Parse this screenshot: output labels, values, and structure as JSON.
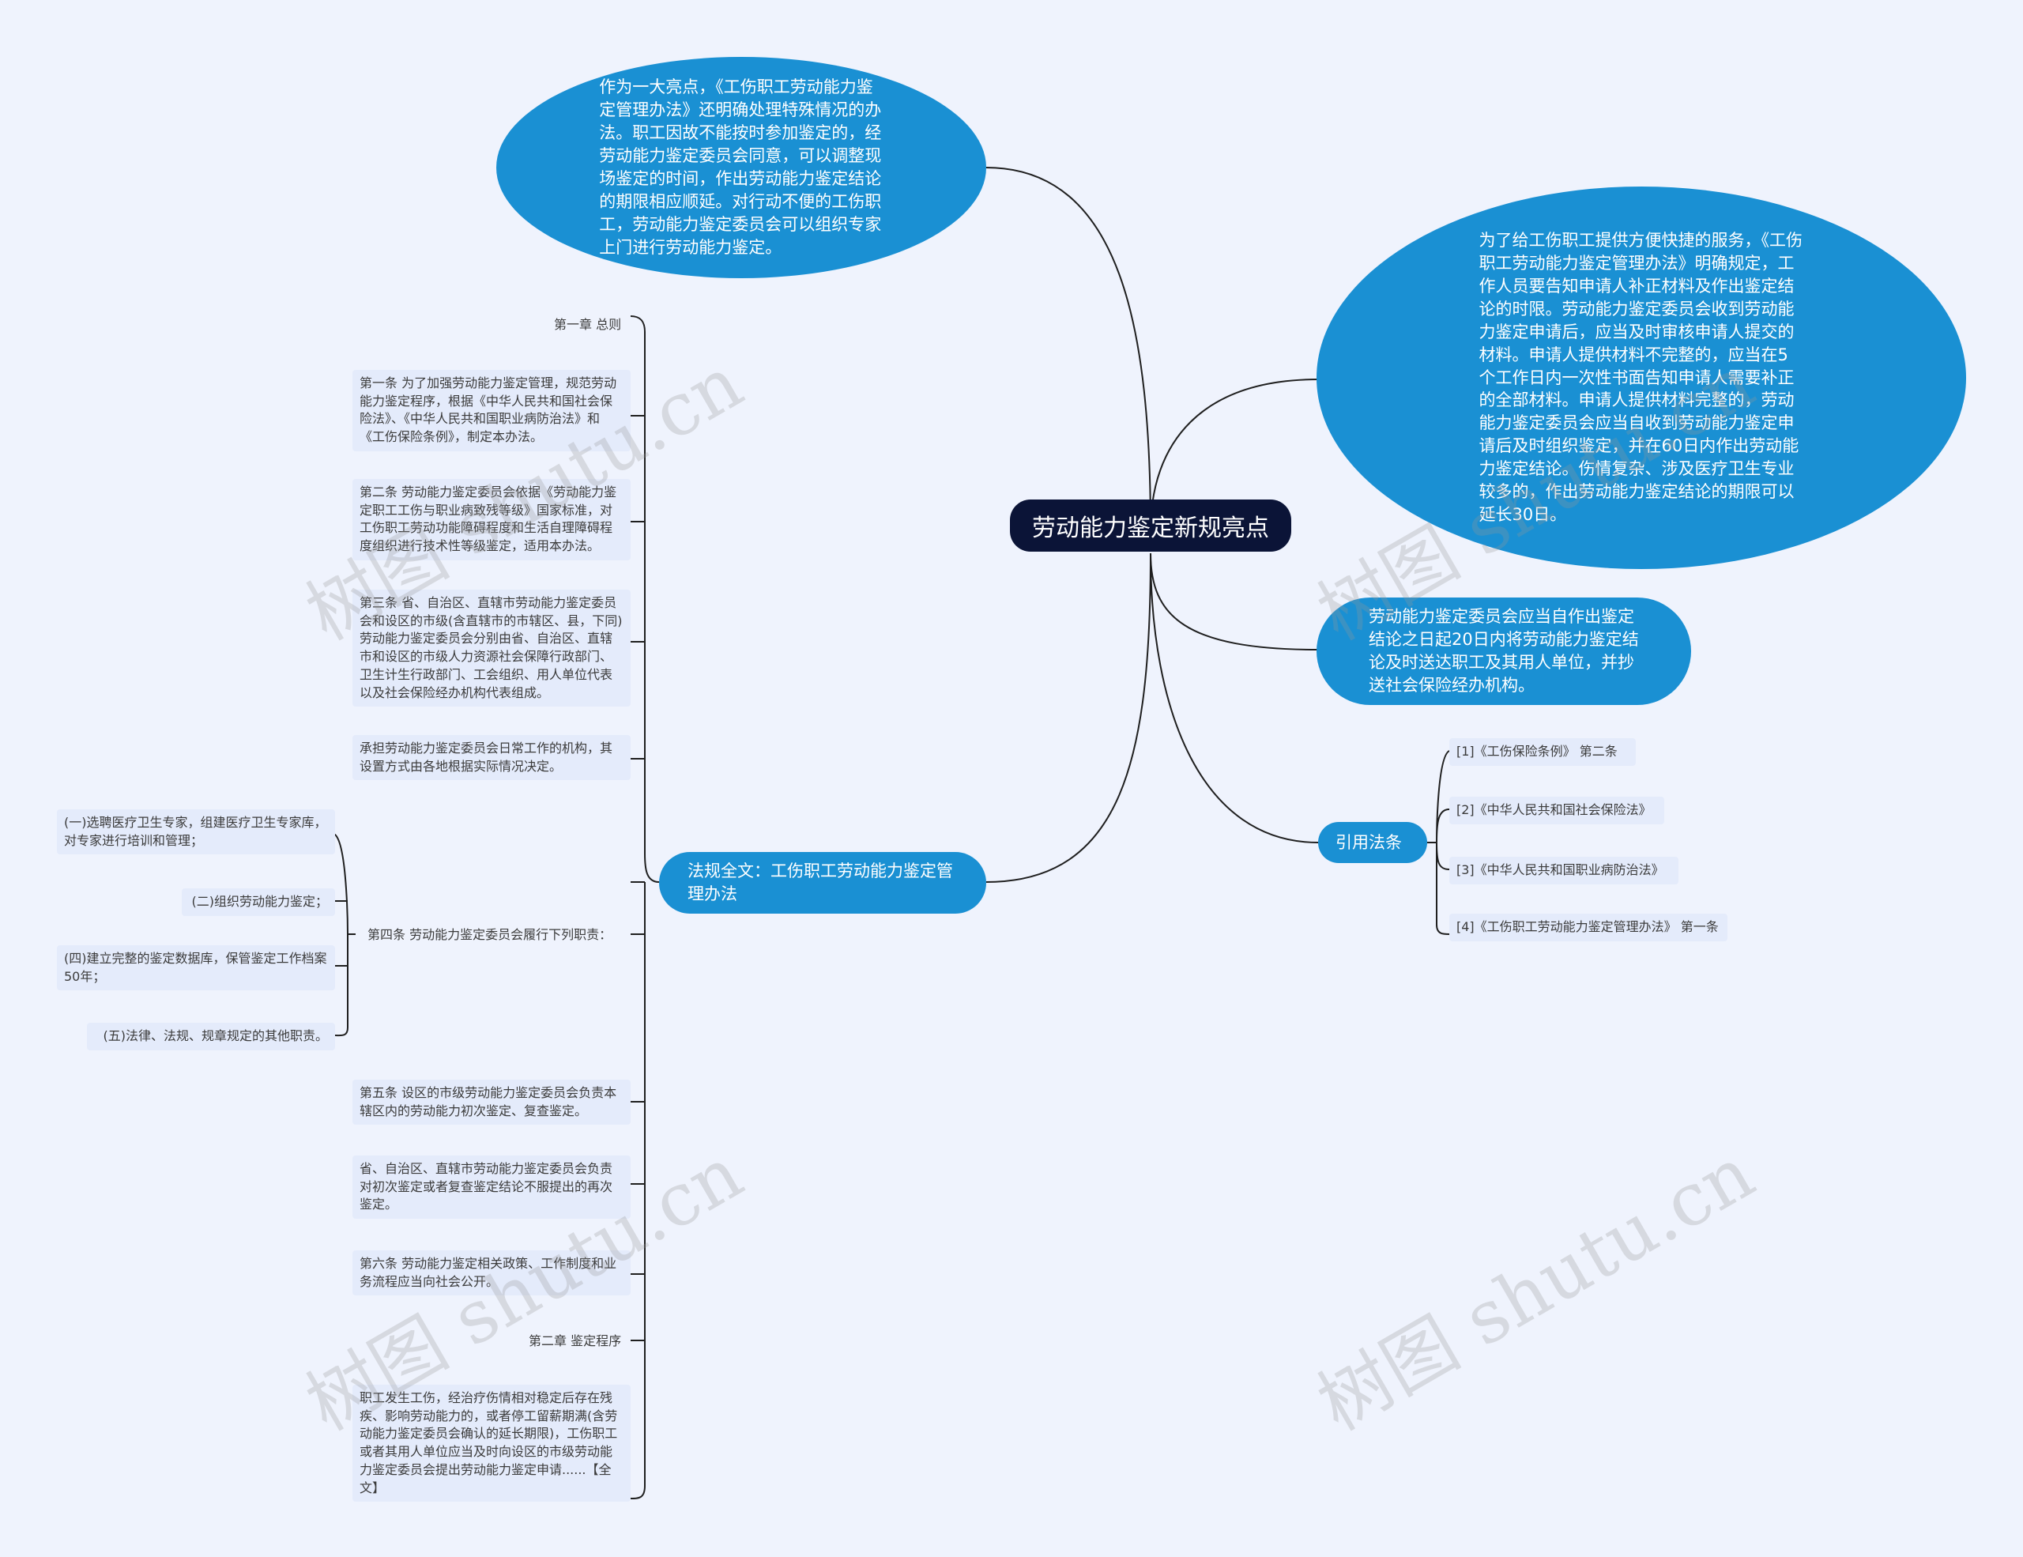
{
  "root": {
    "label": "劳动能力鉴定新规亮点"
  },
  "branches": {
    "special": "作为一大亮点，《工伤职工劳动能力鉴定管理办法》还明确处理特殊情况的办法。职工因故不能按时参加鉴定的，经劳动能力鉴定委员会同意，可以调整现场鉴定的时间，作出劳动能力鉴定结论的期限相应顺延。对行动不便的工伤职工，劳动能力鉴定委员会可以组织专家上门进行劳动能力鉴定。",
    "convenience": "为了给工伤职工提供方便快捷的服务，《工伤职工劳动能力鉴定管理办法》明确规定，工作人员要告知申请人补正材料及作出鉴定结论的时限。劳动能力鉴定委员会收到劳动能力鉴定申请后，应当及时审核申请人提交的材料。申请人提供材料不完整的，应当在5个工作日内一次性书面告知申请人需要补正的全部材料。申请人提供材料完整的，劳动能力鉴定委员会应当自收到劳动能力鉴定申请后及时组织鉴定，并在60日内作出劳动能力鉴定结论。伤情复杂、涉及医疗卫生专业较多的，作出劳动能力鉴定结论的期限可以延长30日。",
    "delivery": "劳动能力鉴定委员会应当自作出鉴定结论之日起20日内将劳动能力鉴定结论及时送达职工及其用人单位，并抄送社会保险经办机构。",
    "fulltext": "法规全文：工伤职工劳动能力鉴定管理办法",
    "citations": "引用法条"
  },
  "citations": [
    "[1]《工伤保险条例》 第二条",
    "[2]《中华人民共和国社会保险法》",
    "[3]《中华人民共和国职业病防治法》",
    "[4]《工伤职工劳动能力鉴定管理办法》 第一条"
  ],
  "articles": [
    "第一章 总则",
    "第一条 为了加强劳动能力鉴定管理，规范劳动能力鉴定程序，根据《中华人民共和国社会保险法》、《中华人民共和国职业病防治法》和《工伤保险条例》，制定本办法。",
    "第二条 劳动能力鉴定委员会依据《劳动能力鉴定职工工伤与职业病致残等级》国家标准，对工伤职工劳动功能障碍程度和生活自理障碍程度组织进行技术性等级鉴定，适用本办法。",
    "第三条 省、自治区、直辖市劳动能力鉴定委员会和设区的市级(含直辖市的市辖区、县，下同)劳动能力鉴定委员会分别由省、自治区、直辖市和设区的市级人力资源社会保障行政部门、卫生计生行政部门、工会组织、用人单位代表以及社会保险经办机构代表组成。",
    "承担劳动能力鉴定委员会日常工作的机构，其设置方式由各地根据实际情况决定。",
    "第四条 劳动能力鉴定委员会履行下列职责：",
    "第五条 设区的市级劳动能力鉴定委员会负责本辖区内的劳动能力初次鉴定、复查鉴定。",
    "省、自治区、直辖市劳动能力鉴定委员会负责对初次鉴定或者复查鉴定结论不服提出的再次鉴定。",
    "第六条 劳动能力鉴定相关政策、工作制度和业务流程应当向社会公开。",
    "第二章 鉴定程序",
    "职工发生工伤，经治疗伤情相对稳定后存在残疾、影响劳动能力的，或者停工留薪期满(含劳动能力鉴定委员会确认的延长期限)，工伤职工或者其用人单位应当及时向设区的市级劳动能力鉴定委员会提出劳动能力鉴定申请......【全文】"
  ],
  "duties": [
    "(一)选聘医疗卫生专家，组建医疗卫生专家库，对专家进行培训和管理；",
    "(二)组织劳动能力鉴定；",
    "(四)建立完整的鉴定数据库，保管鉴定工作档案50年；",
    "(五)法律、法规、规章规定的其他职责。"
  ],
  "watermark": "树图 shutu.cn",
  "colors": {
    "background": "#eff3fd",
    "root": "#0b1437",
    "branch": "#1a90d3",
    "leaf": "#e4ebfb",
    "line": "#1f1f1f"
  }
}
